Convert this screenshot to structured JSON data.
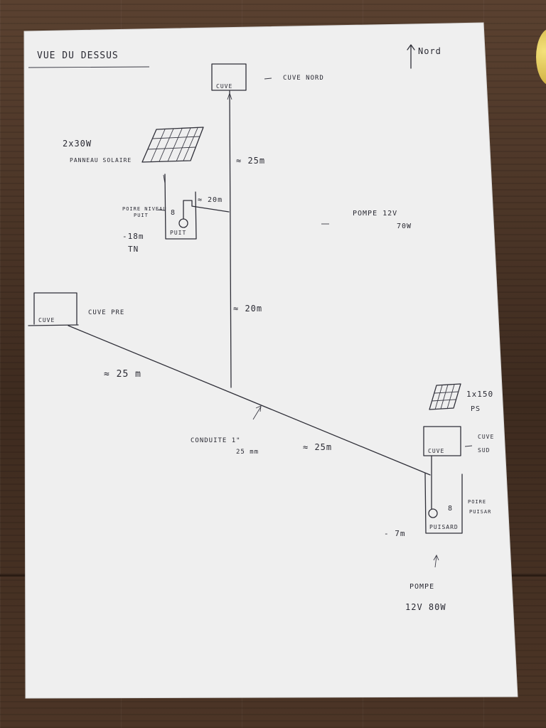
{
  "title": "VUE  DU  DESSUS",
  "north": "Nord",
  "tanks": {
    "nord": {
      "box_label": "CUVE",
      "name": "CUVE  NORD"
    },
    "pre": {
      "box_label": "CUVE",
      "name": "CUVE  PRE"
    },
    "sud": {
      "box_label": "CUVE",
      "name_line1": "CUVE",
      "name_line2": "SUD"
    }
  },
  "solar_north": {
    "line1": "2x30W",
    "line2": "PANNEAU SOLAIRE"
  },
  "solar_south": {
    "line1": "1x150",
    "line2": "PS"
  },
  "puit": {
    "label": "PUIT",
    "probe_line1": "POIRE NIVEAU",
    "probe_line2": "PUIT",
    "depth": "-18m",
    "tn": "TN",
    "pipe_length": "≈ 20m"
  },
  "puisard": {
    "label": "PUISARD",
    "probe_line1": "POIRE",
    "probe_line2": "PUISAR",
    "depth": "- 7m"
  },
  "pump_north": {
    "line1": "POMPE   12V",
    "line2": "70W"
  },
  "pump_south": {
    "line1": "POMPE",
    "line2": "12V   80W"
  },
  "distances": {
    "nord_segment": "≈ 25m",
    "mid_segment": "≈ 20m",
    "pre_segment": "≈ 25 m",
    "sud_segment": "≈ 25m"
  },
  "pipe": {
    "line1": "CONDUITE  1\"",
    "line2": "25 mm"
  },
  "colors": {
    "paper": "#efefef",
    "ink": "#2f2f38",
    "wood": "#4a3527"
  }
}
